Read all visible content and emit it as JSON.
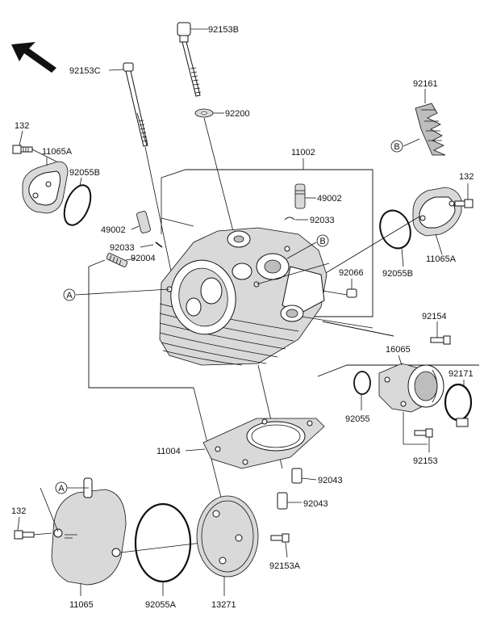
{
  "labels": {
    "p92153B": "92153B",
    "p92153C": "92153C",
    "p92200": "92200",
    "p92161": "92161",
    "p132_tl": "132",
    "p11065A_tl": "11065A",
    "p92055B_tl": "92055B",
    "p11002": "11002",
    "p49002_r": "49002",
    "p92033_r": "92033",
    "p132_r": "132",
    "p49002_l": "49002",
    "p92033_l": "92033",
    "p92004": "92004",
    "p92055B_r": "92055B",
    "p11065A_r": "11065A",
    "p92066": "92066",
    "p92154": "92154",
    "p16065": "16065",
    "p92171": "92171",
    "p92055": "92055",
    "p92153": "92153",
    "p11004": "11004",
    "p92043_a": "92043",
    "p92043_b": "92043",
    "p132_bl": "132",
    "p92153A": "92153A",
    "p11065": "11065",
    "p92055A": "92055A",
    "p13271": "13271"
  },
  "callouts": {
    "a_left": "A",
    "a_bottom": "A",
    "b_head": "B",
    "b_right": "B"
  },
  "icons": {
    "front_arrow": "arrow-up-left-icon"
  }
}
